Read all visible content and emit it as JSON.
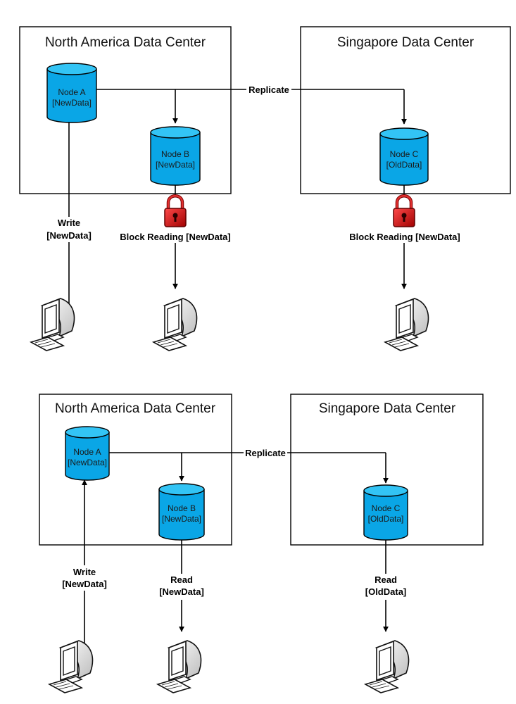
{
  "colors": {
    "node_fill": "#0aa6e6",
    "node_top": "#33c4f5",
    "lock": "#d40000"
  },
  "top": {
    "dc_left_title": "North America Data Center",
    "dc_right_title": "Singapore Data Center",
    "node_a": {
      "name": "Node A",
      "data": "[NewData]"
    },
    "node_b": {
      "name": "Node B",
      "data": "[NewData]"
    },
    "node_c": {
      "name": "Node C",
      "data": "[OldData]"
    },
    "replicate": "Replicate",
    "write": {
      "line1": "Write",
      "line2": "[NewData]"
    },
    "block_b": "Block Reading [NewData]",
    "block_c": "Block Reading [NewData]"
  },
  "bottom": {
    "dc_left_title": "North America Data Center",
    "dc_right_title": "Singapore Data Center",
    "node_a": {
      "name": "Node A",
      "data": "[NewData]"
    },
    "node_b": {
      "name": "Node B",
      "data": "[NewData]"
    },
    "node_c": {
      "name": "Node C",
      "data": "[OldData]"
    },
    "replicate": "Replicate",
    "write": {
      "line1": "Write",
      "line2": "[NewData]"
    },
    "read_b": {
      "line1": "Read",
      "line2": "[NewData]"
    },
    "read_c": {
      "line1": "Read",
      "line2": "[OldData]"
    }
  }
}
